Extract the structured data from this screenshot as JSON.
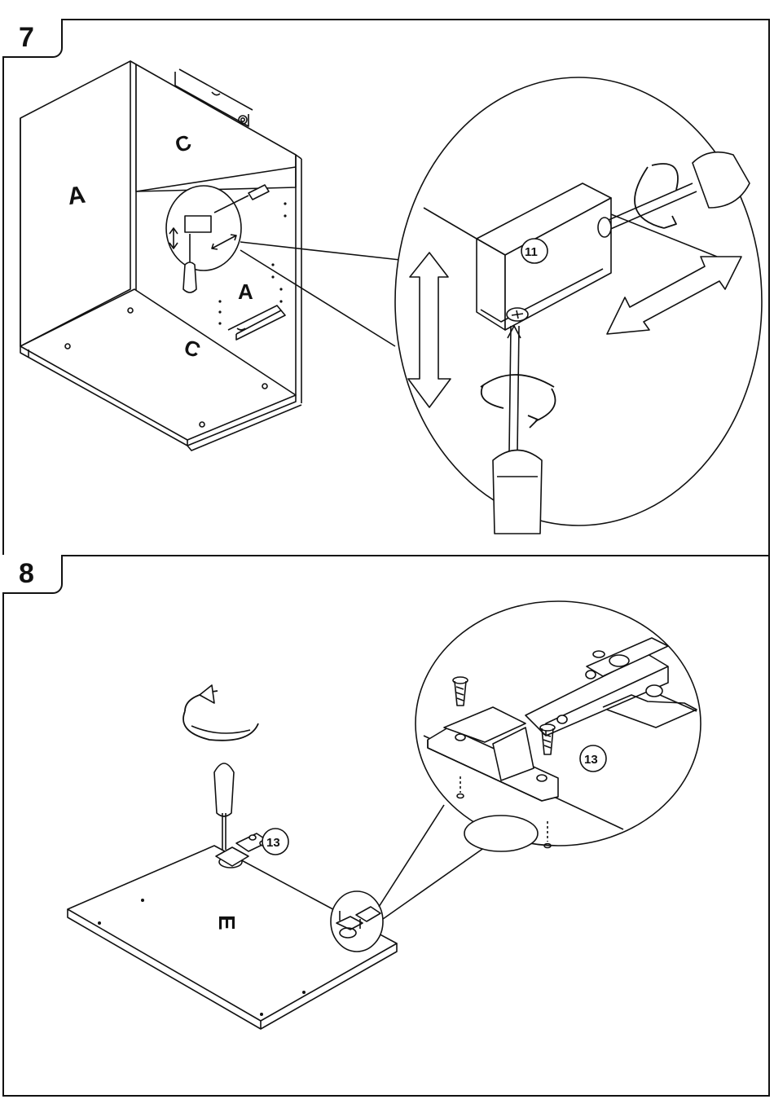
{
  "steps": [
    {
      "number": "7",
      "panel_labels": {
        "side": "A",
        "top": "C",
        "back": "A",
        "bottom": "C"
      },
      "part_callout": "11"
    },
    {
      "number": "8",
      "panel_labels": {
        "door": "E"
      },
      "part_callout": "13",
      "part_callout_detail": "13"
    }
  ]
}
